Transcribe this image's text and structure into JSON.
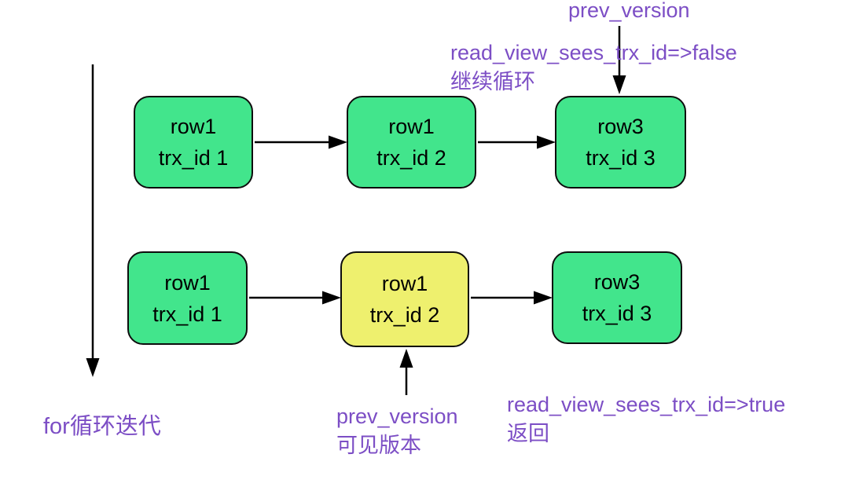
{
  "diagram": {
    "colors": {
      "node_green": "#42e58c",
      "node_yellow": "#eef06e",
      "annotation_purple": "#7c4ec5",
      "line_black": "#000000"
    },
    "top_chain": {
      "nodes": [
        {
          "line1": "row1",
          "line2": "trx_id 1"
        },
        {
          "line1": "row1",
          "line2": "trx_id 2"
        },
        {
          "line1": "row3",
          "line2": "trx_id 3"
        }
      ]
    },
    "bottom_chain": {
      "nodes": [
        {
          "line1": "row1",
          "line2": "trx_id 1"
        },
        {
          "line1": "row1",
          "line2": "trx_id 2",
          "highlighted": "yes"
        },
        {
          "line1": "row3",
          "line2": "trx_id 3"
        }
      ]
    },
    "annotations": {
      "top_pointer": "prev_version",
      "top_result_line1": "read_view_sees_trx_id=>false",
      "top_result_line2": "继续循环",
      "loop_label": "for循环迭代",
      "bottom_pointer_line1": "prev_version",
      "bottom_pointer_line2": "可见版本",
      "bottom_result_line1": "read_view_sees_trx_id=>true",
      "bottom_result_line2": "返回"
    }
  }
}
